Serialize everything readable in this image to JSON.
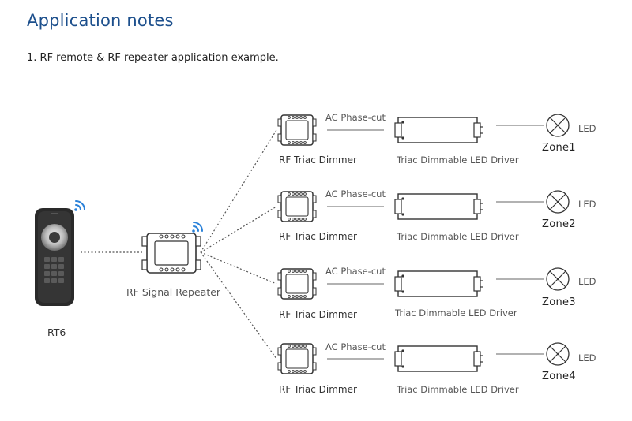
{
  "header": {
    "title": "Application notes",
    "subtitle": "1. RF remote & RF repeater application example."
  },
  "remote": {
    "label": "RT6"
  },
  "repeater": {
    "label": "RF Signal Repeater"
  },
  "branches": [
    {
      "dimmer": "RF Triac Dimmer",
      "link": "AC Phase-cut",
      "driver": "Triac Dimmable LED Driver",
      "led": "LED",
      "zone": "Zone1"
    },
    {
      "dimmer": "RF Triac Dimmer",
      "link": "AC Phase-cut",
      "driver": "Triac Dimmable LED Driver",
      "led": "LED",
      "zone": "Zone2"
    },
    {
      "dimmer": "RF Triac Dimmer",
      "link": "AC Phase-cut",
      "driver": "Triac Dimmable LED Driver",
      "led": "LED",
      "zone": "Zone3"
    },
    {
      "dimmer": "RF Triac Dimmer",
      "link": "AC Phase-cut",
      "driver": "Triac Dimmable LED Driver",
      "led": "LED",
      "zone": "Zone4"
    }
  ],
  "colors": {
    "title": "#1c4f8c",
    "wifi": "#2b82d9",
    "remote_body": "#2a2a2a"
  },
  "icons": {
    "wireless": "wifi-signal-icon",
    "lamp": "lamp-cross-icon"
  }
}
